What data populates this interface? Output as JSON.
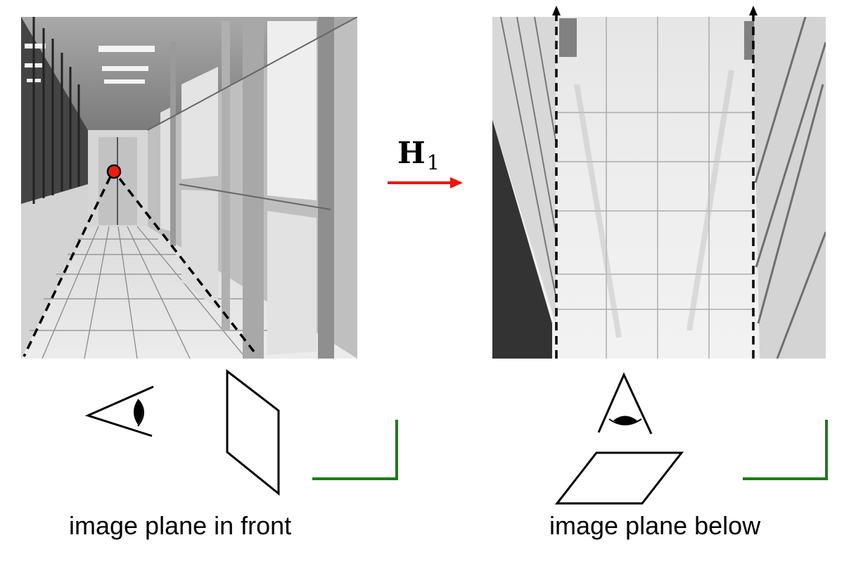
{
  "transform": {
    "symbol": "H",
    "subscript": "1"
  },
  "labels": {
    "left": "image plane in front",
    "right": "image plane below"
  },
  "colors": {
    "arrow": "#e8180c",
    "vanishing_point": "#ee1c10",
    "axes": "#1a7d14",
    "guide_lines": "#000000"
  },
  "icons": {
    "left_viewer": "eye-icon",
    "right_viewer": "eye-looking-down-icon",
    "left_plane": "vertical-image-plane",
    "right_plane": "horizontal-image-plane"
  }
}
